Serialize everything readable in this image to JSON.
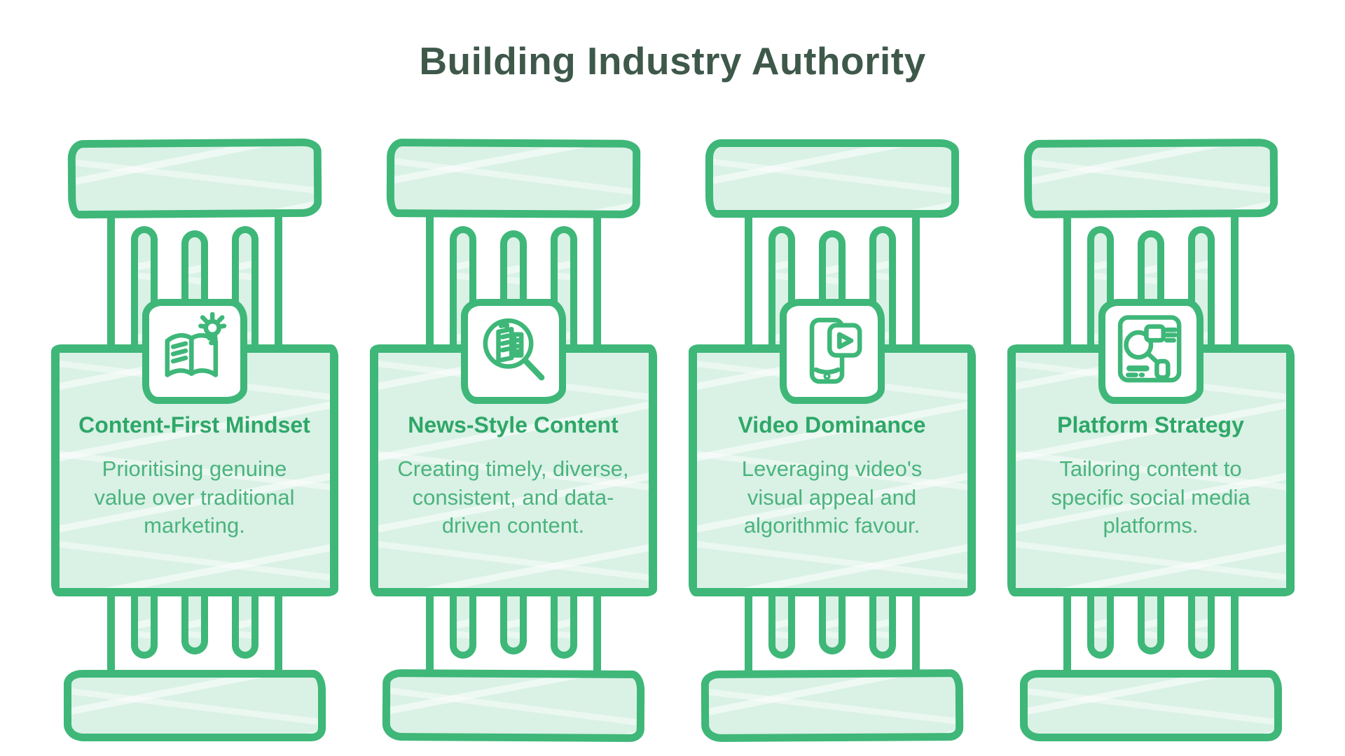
{
  "title": "Building Industry Authority",
  "colors": {
    "stroke_green": "#3eb778",
    "light_fill": "#daf1e6",
    "heading_green": "#2ea767",
    "body_green": "#4ab47c",
    "title_dark_green": "#3e584a",
    "background": "#ffffff"
  },
  "pillars": [
    {
      "icon": "book-lightbulb-icon",
      "title": "Content-First Mindset",
      "description": "Prioritising genuine value over traditional marketing."
    },
    {
      "icon": "news-magnifier-icon",
      "title": "News-Style Content",
      "description": "Creating timely, diverse, consistent, and data-driven content."
    },
    {
      "icon": "video-phone-icon",
      "title": "Video Dominance",
      "description": "Leveraging video's visual appeal and algorithmic favour."
    },
    {
      "icon": "platform-layout-icon",
      "title": "Platform Strategy",
      "description": "Tailoring content to specific social media platforms."
    }
  ]
}
